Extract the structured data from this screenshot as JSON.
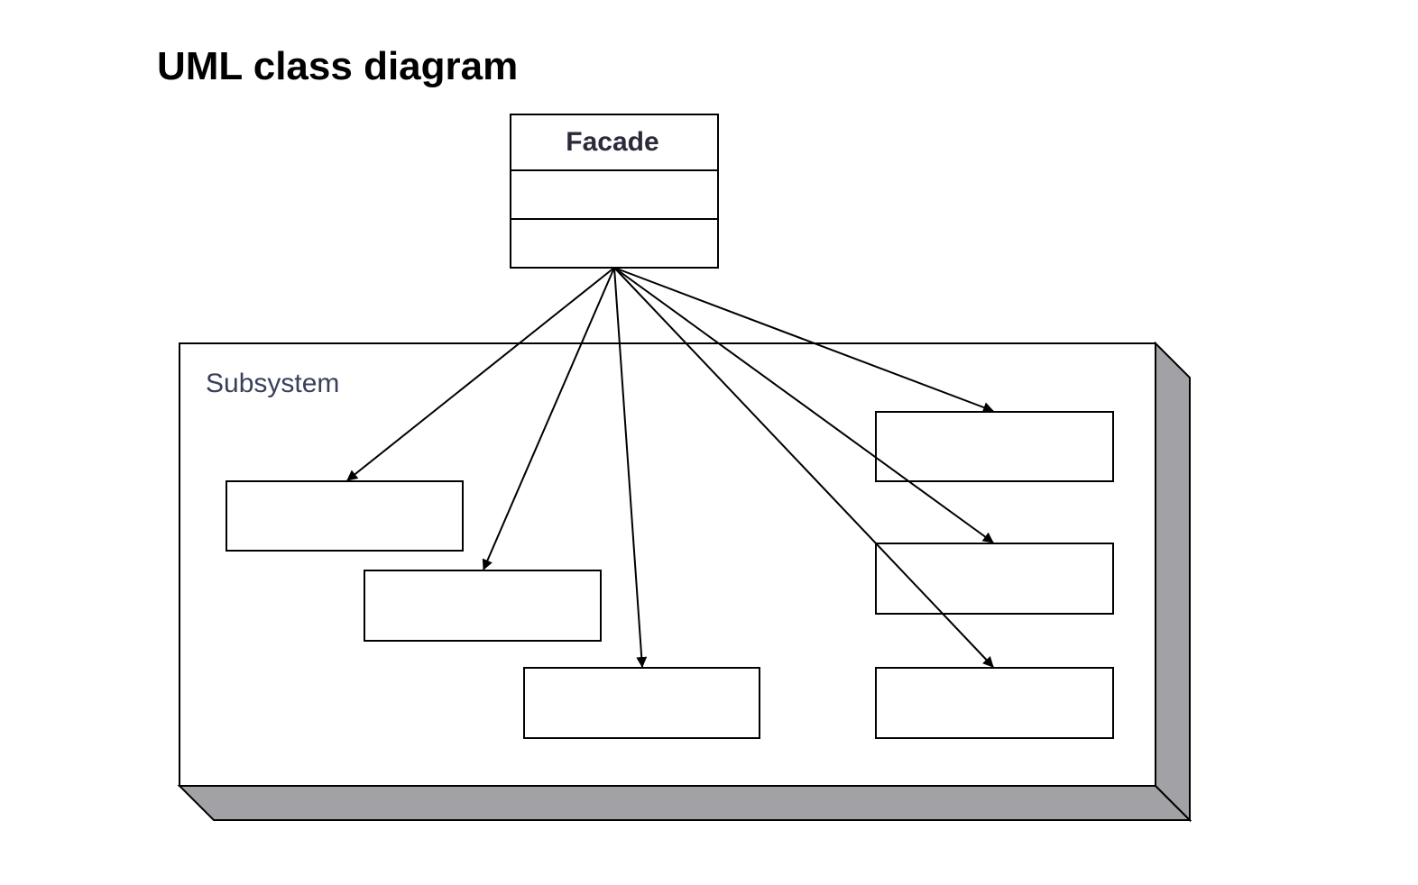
{
  "title": "UML class diagram",
  "facade": {
    "name": "Facade"
  },
  "subsystem": {
    "label": "Subsystem",
    "class_count": 6
  },
  "relationships": {
    "source": "Facade",
    "targets": 6,
    "kind": "directed-association"
  },
  "colors": {
    "line": "#000000",
    "box_fill": "#ffffff",
    "shadow_fill": "#a2a2a6",
    "facade_text": "#2a2a3a",
    "subsystem_text": "#3a3f5a"
  }
}
